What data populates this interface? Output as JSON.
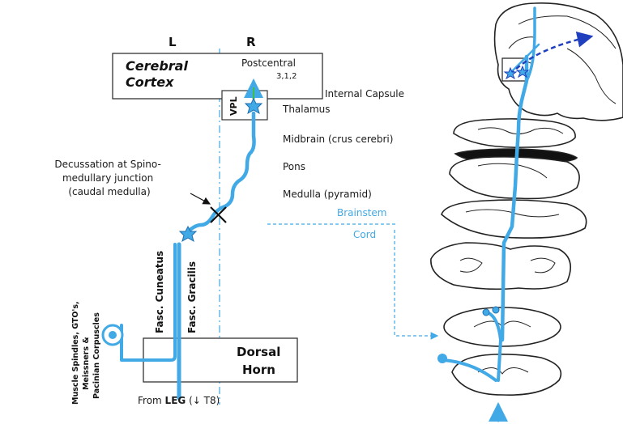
{
  "header": {
    "left": "L",
    "right": "R"
  },
  "boxes": {
    "cerebral_cortex": "Cerebral\nCortex",
    "dorsal_horn": "Dorsal\nHorn",
    "vpl": "VPL"
  },
  "labels": {
    "postcentral": "Postcentral",
    "postcentral_areas": "3,1,2",
    "internal_capsule": "Internal Capsule",
    "thalamus": "Thalamus",
    "midbrain": "Midbrain (crus cerebri)",
    "pons": "Pons",
    "medulla": "Medulla (pyramid)",
    "brainstem": "Brainstem",
    "cord": "Cord",
    "decussation": "Decussation at Spino-\nmedullary junction\n(caudal medulla)",
    "fasc_cuneatus": "Fasc. Cuneatus",
    "fasc_gracilis": "Fasc. Gracilis",
    "receptors": "Muscle Spindles, GTO's,\nMeissners &\nPacinian Corpuscles",
    "from_leg_prefix": "From ",
    "from_leg_bold": "LEG",
    "from_leg_suffix": "  (↓ T8)"
  },
  "colors": {
    "pathway": "#41a9e6",
    "cortical_projection": "#1f3fbf",
    "outline": "#333333",
    "cross": "#111111"
  }
}
